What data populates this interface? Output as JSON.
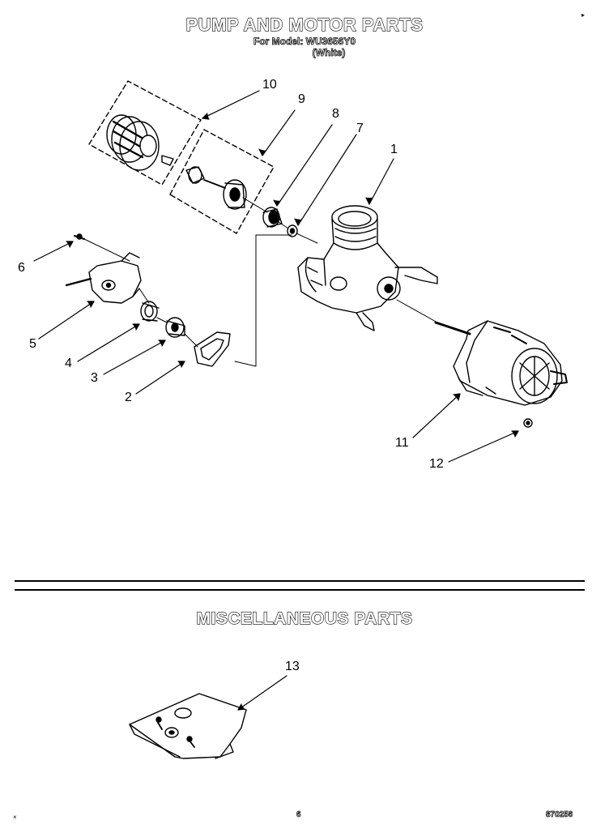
{
  "header": {
    "title": "PUMP AND MOTOR PARTS",
    "model_line": "For Model: WU3656Y0",
    "color_line": "(White)"
  },
  "callouts": [
    "1",
    "2",
    "3",
    "4",
    "5",
    "6",
    "7",
    "8",
    "9",
    "10",
    "11",
    "12",
    "13"
  ],
  "section2": {
    "title": "MISCELLANEOUS PARTS"
  },
  "footer": {
    "page": "6",
    "code": "870256"
  }
}
